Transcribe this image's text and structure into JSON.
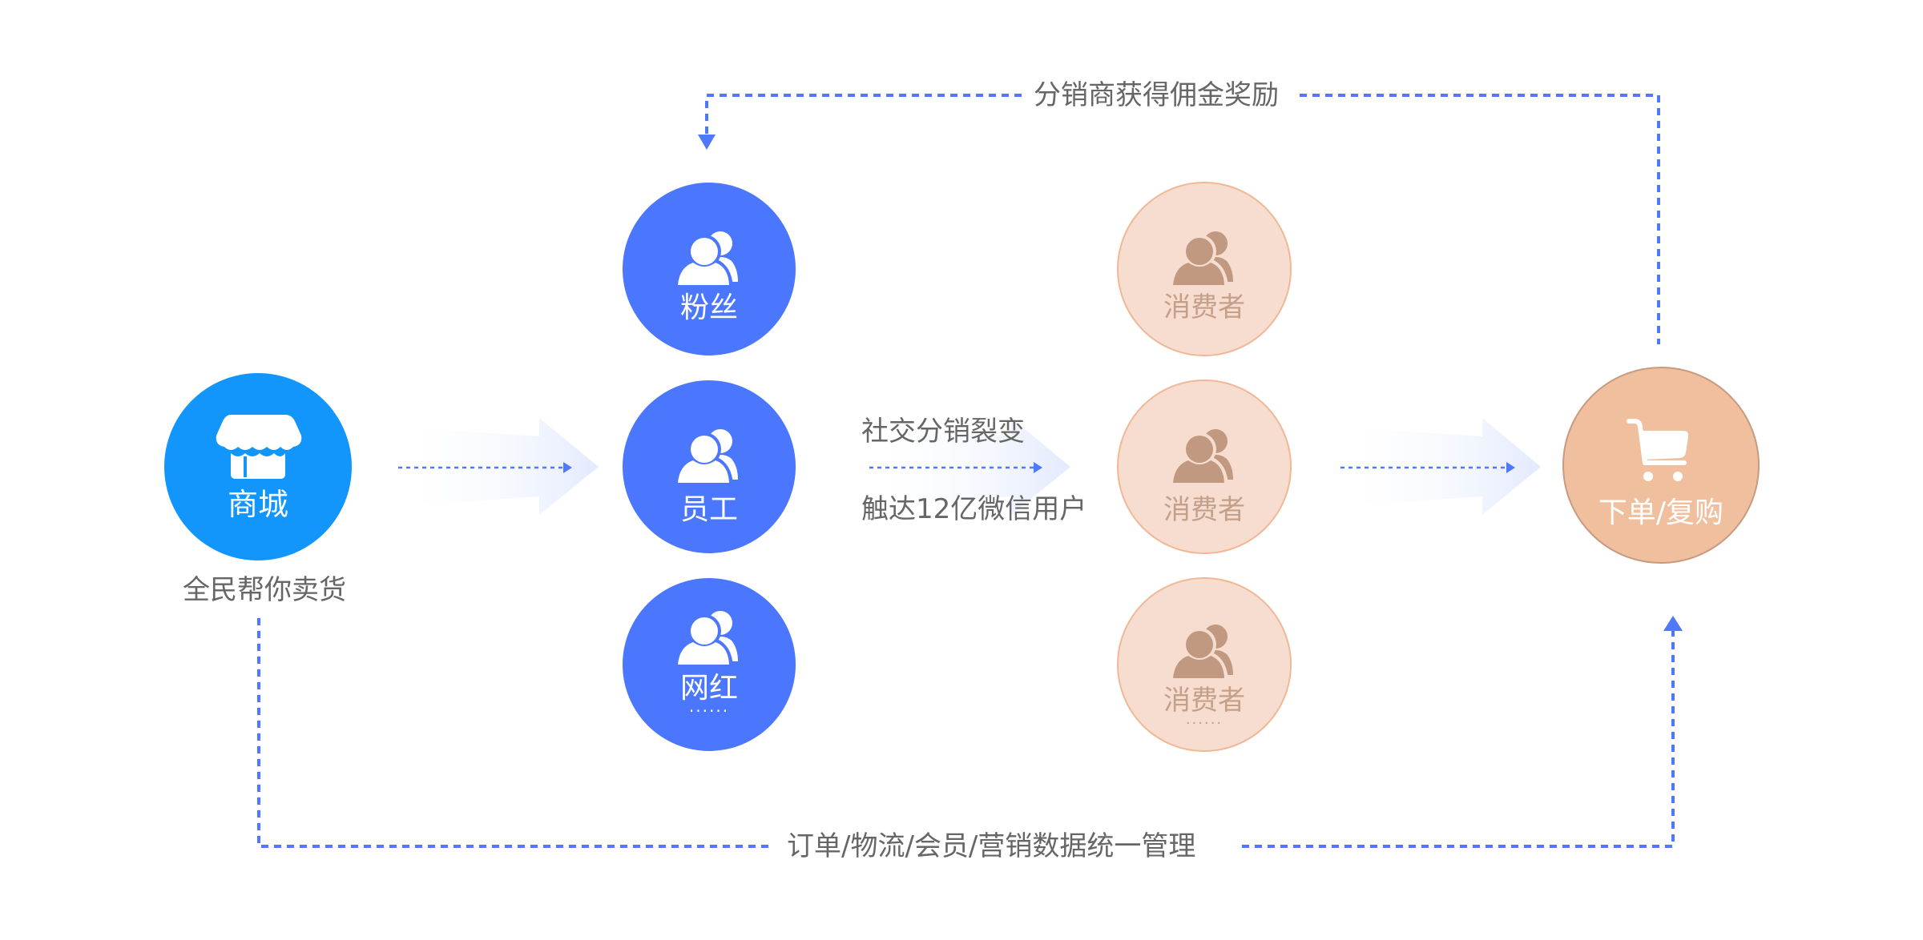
{
  "colors": {
    "accent_blue": "#4b77fe",
    "mall_blue": "#1296fc",
    "line_blue": "#4f78fb",
    "arrow_fill": "#e6ecfd",
    "consumer_fill": "#f6ddcf",
    "consumer_stroke": "#f0b896",
    "consumer_icon": "#c19880",
    "order_fill": "#f0bf9e",
    "order_stroke": "#c89a80",
    "label_gray": "#666666",
    "white": "#ffffff"
  },
  "mall": {
    "label": "商城",
    "caption": "全民帮你卖货",
    "icon": "storefront-icon"
  },
  "distributors": [
    {
      "label": "粉丝",
      "icon": "users-icon",
      "more": false
    },
    {
      "label": "员工",
      "icon": "users-icon",
      "more": false
    },
    {
      "label": "网红",
      "icon": "users-icon",
      "more": true
    }
  ],
  "social": {
    "line1": "社交分销裂变",
    "line2": "触达12亿微信用户"
  },
  "consumers": [
    {
      "label": "消费者",
      "icon": "users-icon",
      "more": false
    },
    {
      "label": "消费者",
      "icon": "users-icon",
      "more": false
    },
    {
      "label": "消费者",
      "icon": "users-icon",
      "more": true
    }
  ],
  "order": {
    "label": "下单/复购",
    "icon": "shopping-cart-icon"
  },
  "top_loop": {
    "label": "分销商获得佣金奖励"
  },
  "bottom_loop": {
    "label": "订单/物流/会员/营销数据统一管理"
  },
  "more_dots": "······"
}
